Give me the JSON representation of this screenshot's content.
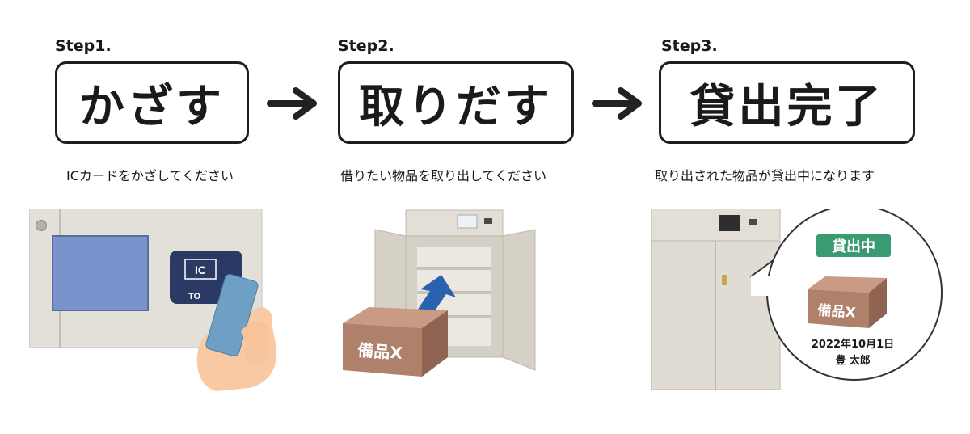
{
  "steps": [
    {
      "label": "Step1.",
      "action": "かざす",
      "caption": "ICカードをかざしてください"
    },
    {
      "label": "Step2.",
      "action": "取りだす",
      "caption": "借りたい物品を取り出してください"
    },
    {
      "label": "Step3.",
      "action": "貸出完了",
      "caption": "取り出された物品が貸出中になります"
    }
  ],
  "illustrations": {
    "ic_reader_text": "IC",
    "ic_reader_subtext": "TO",
    "item_label": "備品X",
    "status_badge": "貸出中",
    "loan_date": "2022年10月1日",
    "borrower_name": "豊 太郎"
  },
  "colors": {
    "badge_green": "#3a9a72",
    "box_brown": "#b0816a",
    "arrow_blue": "#2a62b0",
    "cabinet_beige": "#e0dcd4",
    "screen_blue": "#7b93cc"
  }
}
